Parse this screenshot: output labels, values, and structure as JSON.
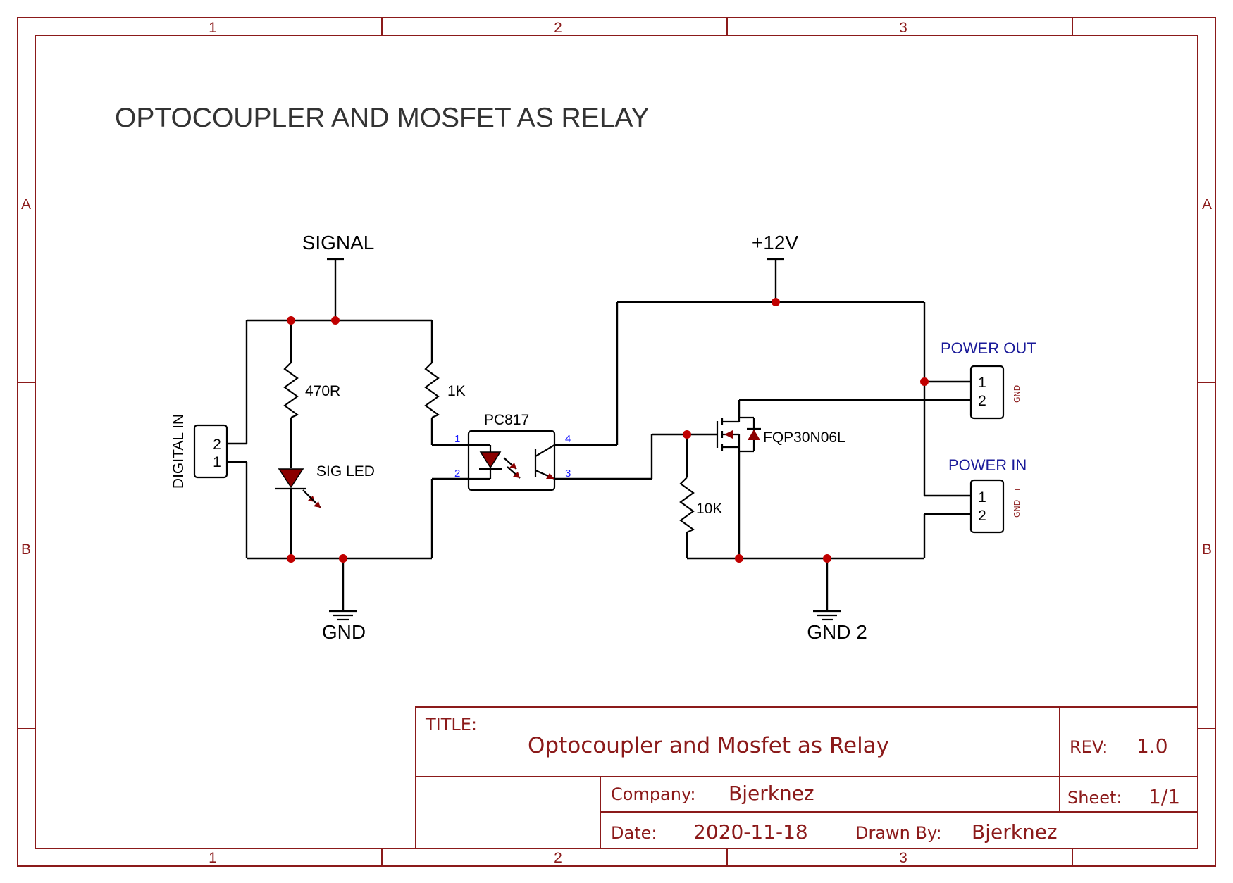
{
  "frame": {
    "columns": [
      "1",
      "2",
      "3"
    ],
    "rows": [
      "A",
      "B"
    ]
  },
  "schematic_title": "OPTOCOUPLER AND MOSFET AS RELAY",
  "nets": {
    "signal": "SIGNAL",
    "gnd": "GND",
    "v12": "+12V",
    "gnd2": "GND 2"
  },
  "components": {
    "r470": "470R",
    "r1k": "1K",
    "r10k": "10K",
    "led": "SIG LED",
    "opto": "PC817",
    "mosfet": "FQP30N06L",
    "digital_in": "DIGITAL IN",
    "power_out": "POWER OUT",
    "power_in": "POWER IN"
  },
  "connector_pins": {
    "digital_in": [
      "2",
      "1"
    ],
    "power_out": [
      "1",
      "2"
    ],
    "power_in": [
      "1",
      "2"
    ],
    "side_gnd": "GND",
    "side_plus": "+"
  },
  "opto_pins": [
    "1",
    "2",
    "3",
    "4"
  ],
  "title_block": {
    "title_label": "TITLE:",
    "title": "Optocoupler and Mosfet as Relay",
    "rev_label": "REV:",
    "rev": "1.0",
    "company_label": "Company:",
    "company": "Bjerknez",
    "sheet_label": "Sheet:",
    "sheet": "1/1",
    "date_label": "Date:",
    "date": "2020-11-18",
    "drawn_label": "Drawn By:",
    "drawn_by": "Bjerknez"
  },
  "colors": {
    "frame": "#8b1a1a",
    "junction": "#c00000",
    "wire": "#000000",
    "net_label_blue": "#1a1a99",
    "pin_number": "#1a1aff"
  }
}
